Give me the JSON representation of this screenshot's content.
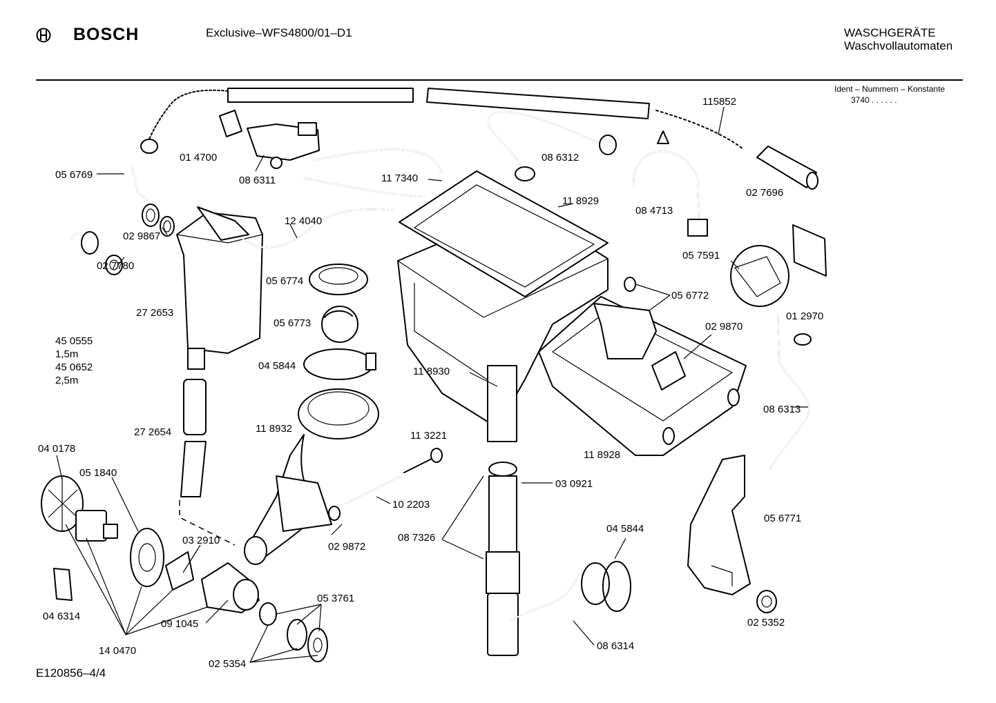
{
  "header": {
    "brand": "BOSCH",
    "model": "Exclusive–WFS4800/01–D1",
    "category_line1": "WASCHGERÄTE",
    "category_line2": "Waschvollautomaten",
    "ident_label": "Ident – Nummern – Konstante",
    "ident_value": "3740 . . . . . ."
  },
  "footer": {
    "drawing_number": "E120856–4/4"
  },
  "parts": [
    "01 4700",
    "08 6311",
    "11 7340",
    "08 6312",
    "115852",
    "08 4713",
    "02 7696",
    "05 6769",
    "02 9867",
    "02 7780",
    "12 4040",
    "11 8929",
    "05 7591",
    "05 6772",
    "05 6774",
    "05 6773",
    "27 2653",
    "04 5844",
    "02 9870",
    "01 2970",
    "11 8930",
    "08 6313",
    "11 8932",
    "27 2654",
    "11 3221",
    "11 8928",
    "04 0178",
    "05 1840",
    "03 0921",
    "10 2203",
    "05 6771",
    "03 2910",
    "02 9872",
    "08 7326",
    "04 5844",
    "04 6314",
    "05 3761",
    "09 1045",
    "08 6314",
    "02 5352",
    "14 0470",
    "02 5354"
  ],
  "hose_lengths": [
    "45 0555",
    "1,5m",
    "45 0652",
    "2,5m"
  ]
}
